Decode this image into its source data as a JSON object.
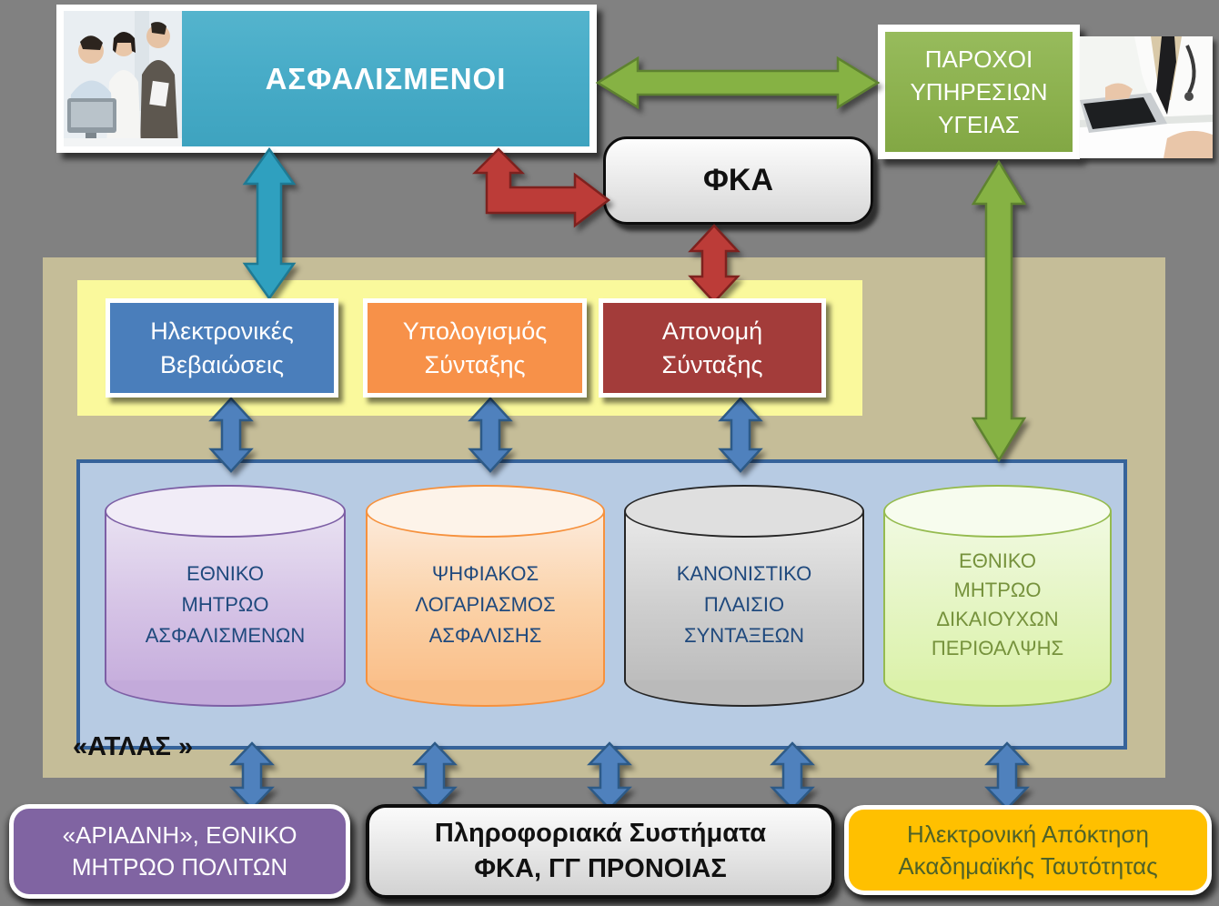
{
  "colors": {
    "background": "#818181",
    "teal_box": "#48ACC8",
    "teal_arrow": "#2FA0BF",
    "green_box": "#8BB04D",
    "green_arrow": "#86B244",
    "red_arrow": "#BC3C38",
    "dark_red_box": "#A33C3A",
    "blue_box": "#4A7EBB",
    "orange_box": "#F79149",
    "yellow_band": "#FAF99C",
    "tan_panel": "#C5BD98",
    "blue_panel": "#B7CBE3",
    "blue_panel_border": "#36639A",
    "blue_arrow": "#4F81BD",
    "navy_text": "#1F497D",
    "purple_box": "#8064A2",
    "gold_box": "#FFC000",
    "gold_box_text": "#4F6228",
    "green_cylinder_text": "#76923C"
  },
  "actors": {
    "insured": {
      "label": "ΑΣΦΑΛΙΣΜΕΝΟΙ"
    },
    "fka": {
      "label": "ΦΚΑ"
    },
    "health_providers": {
      "lines": [
        "ΠΑΡΟΧΟΙ",
        "ΥΠΗΡΕΣΙΩΝ",
        "ΥΓΕΙΑΣ"
      ]
    }
  },
  "services": {
    "electronic_certificates": {
      "lines": [
        "Ηλεκτρονικές",
        "Βεβαιώσεις"
      ]
    },
    "pension_calculation": {
      "lines": [
        "Υπολογισμός",
        "Σύνταξης"
      ]
    },
    "pension_award": {
      "lines": [
        "Απονομή",
        "Σύνταξης"
      ]
    }
  },
  "atlas": {
    "label": "«ΑΤΛΑΣ »"
  },
  "registries": {
    "national_insured_registry": {
      "lines": [
        "ΕΘΝΙΚΟ",
        "ΜΗΤΡΩΟ",
        "ΑΣΦΑΛΙΣΜΕΝΩΝ"
      ]
    },
    "digital_insurance_account": {
      "lines": [
        "ΨΗΦΙΑΚΟΣ",
        "ΛΟΓΑΡΙΑΣΜΟΣ",
        "ΑΣΦΑΛΙΣΗΣ"
      ]
    },
    "pension_regulatory_framework": {
      "lines": [
        "ΚΑΝΟΝΙΣΤΙΚΟ",
        "ΠΛΑΙΣΙΟ",
        "ΣΥΝΤΑΞΕΩΝ"
      ]
    },
    "healthcare_beneficiaries_registry": {
      "lines": [
        "ΕΘΝΙΚΟ",
        "ΜΗΤΡΩΟ",
        "ΔΙΚΑΙΟΥΧΩΝ",
        "ΠΕΡΙΘΑΛΨΗΣ"
      ]
    }
  },
  "external_systems": {
    "ariadni": {
      "lines": [
        "«ΑΡΙΑΔΝΗ», ΕΘΝΙΚΟ",
        "ΜΗΤΡΩΟ ΠΟΛΙΤΩΝ"
      ]
    },
    "fka_information_systems": {
      "lines": [
        "Πληροφοριακά Συστήματα",
        "ΦΚΑ, ΓΓ ΠΡΟΝΟΙΑΣ"
      ]
    },
    "academic_id": {
      "lines": [
        "Ηλεκτρονική Απόκτηση",
        "Ακαδημαϊκής Ταυτότητας"
      ]
    }
  }
}
